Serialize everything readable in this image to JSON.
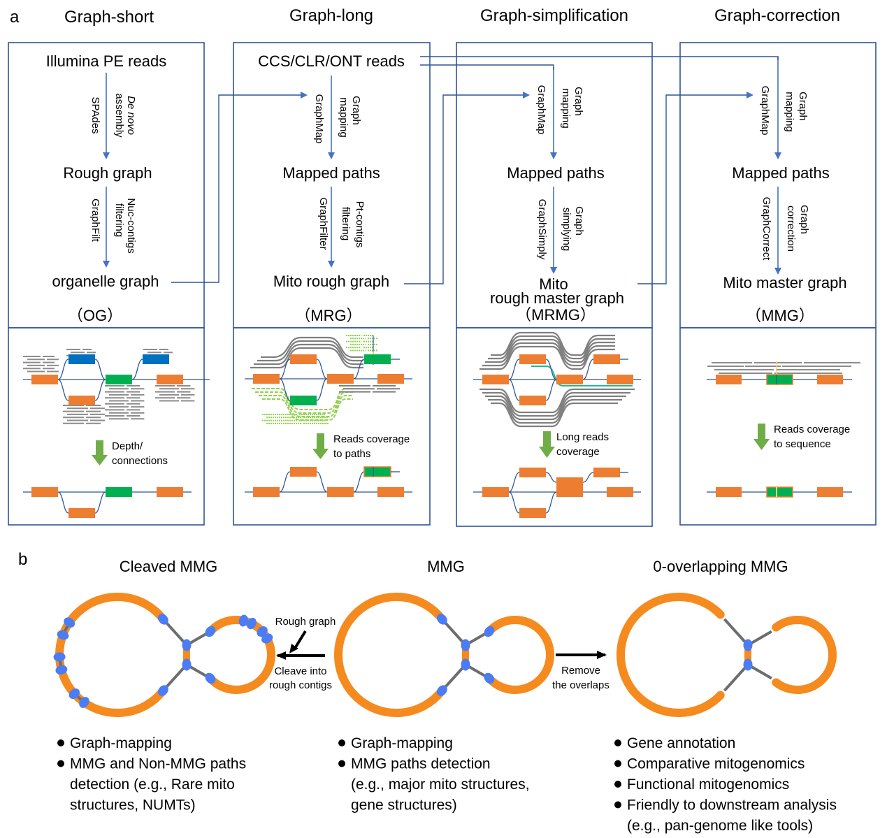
{
  "panel_a": {
    "letter": "a",
    "colors": {
      "box": "#2f5597",
      "arrow": "#4472c4",
      "orange": "#ed7d31",
      "blue": "#0070c0",
      "green": "#00b050",
      "teal": "#1abc9c",
      "gray": "#7f7f7f",
      "lightgreen": "#92d050",
      "stepArrow": "#70ad47",
      "yellow": "#ffd966"
    },
    "columns": [
      {
        "title": "Graph-short",
        "input": "Illumina PE reads",
        "step1": {
          "tool": "SPAdes",
          "desc_line1": "De novo",
          "desc_line2": "assembly",
          "desc_italic_line1": true
        },
        "middle": "Rough graph",
        "step2": {
          "tool": "GraphFilt",
          "desc_line1": "Nuc-contigs",
          "desc_line2": "filtering"
        },
        "output": "organelle graph",
        "output_line2": "",
        "abbr": "（OG）",
        "illustration_label_line1": "Depth/",
        "illustration_label_line2": "connections"
      },
      {
        "title": "Graph-long",
        "input": "CCS/CLR/ONT reads",
        "step1": {
          "tool": "GraphMap",
          "desc_line1": "Graph",
          "desc_line2": "mapping"
        },
        "middle": "Mapped paths",
        "step2": {
          "tool": "GraphFilter",
          "desc_line1": "Pt-contigs",
          "desc_line2": "filtering"
        },
        "output": "Mito rough graph",
        "output_line2": "",
        "abbr": "（MRG）",
        "illustration_label_line1": "Reads coverage",
        "illustration_label_line2": "to paths"
      },
      {
        "title": "Graph-simplification",
        "input": "",
        "step1": {
          "tool": "GraphMap",
          "desc_line1": "Graph",
          "desc_line2": "mapping"
        },
        "middle": "Mapped paths",
        "step2": {
          "tool": "GraphSimply",
          "desc_line1": "Graph",
          "desc_line2": "simplying"
        },
        "output": "Mito",
        "output_line2": "rough master graph",
        "abbr": "（MRMG）",
        "illustration_label_line1": "Long reads",
        "illustration_label_line2": "coverage"
      },
      {
        "title": "Graph-correction",
        "input": "",
        "step1": {
          "tool": "GraphMap",
          "desc_line1": "Graph",
          "desc_line2": "mapping"
        },
        "middle": "Mapped paths",
        "step2": {
          "tool": "GraphCorrect",
          "desc_line1": "Graph",
          "desc_line2": "correction"
        },
        "output": "Mito master graph",
        "output_line2": "",
        "abbr": "（MMG）",
        "illustration_label_line1": "Reads coverage",
        "illustration_label_line2": "to sequence"
      }
    ]
  },
  "panel_b": {
    "letter": "b",
    "colors": {
      "ring": "#f58b1f",
      "node": "#4a7cf5",
      "link": "#6d6d6d"
    },
    "graphs": [
      {
        "title": "Cleaved MMG"
      },
      {
        "title": "MMG"
      },
      {
        "title": "0-overlapping MMG"
      }
    ],
    "transitions": {
      "left": {
        "pointer_label": "Rough graph",
        "line1": "Cleave into",
        "line2": "rough contigs"
      },
      "right": {
        "line1": "Remove",
        "line2": "the overlaps"
      }
    },
    "bullet_lists": [
      {
        "items": [
          {
            "lines": [
              "Graph-mapping"
            ]
          },
          {
            "lines": [
              "MMG and Non-MMG paths",
              "detection (e.g., Rare mito",
              "structures, NUMTs)"
            ]
          }
        ]
      },
      {
        "items": [
          {
            "lines": [
              "Graph-mapping"
            ]
          },
          {
            "lines": [
              "MMG paths detection",
              "(e.g., major mito structures,",
              "gene structures)"
            ]
          }
        ]
      },
      {
        "items": [
          {
            "lines": [
              "Gene annotation"
            ]
          },
          {
            "lines": [
              "Comparative mitogenomics"
            ]
          },
          {
            "lines": [
              "Functional mitogenomics"
            ]
          },
          {
            "lines": [
              "Friendly to downstream analysis",
              "(e.g., pan-genome like tools)"
            ]
          }
        ]
      }
    ]
  }
}
